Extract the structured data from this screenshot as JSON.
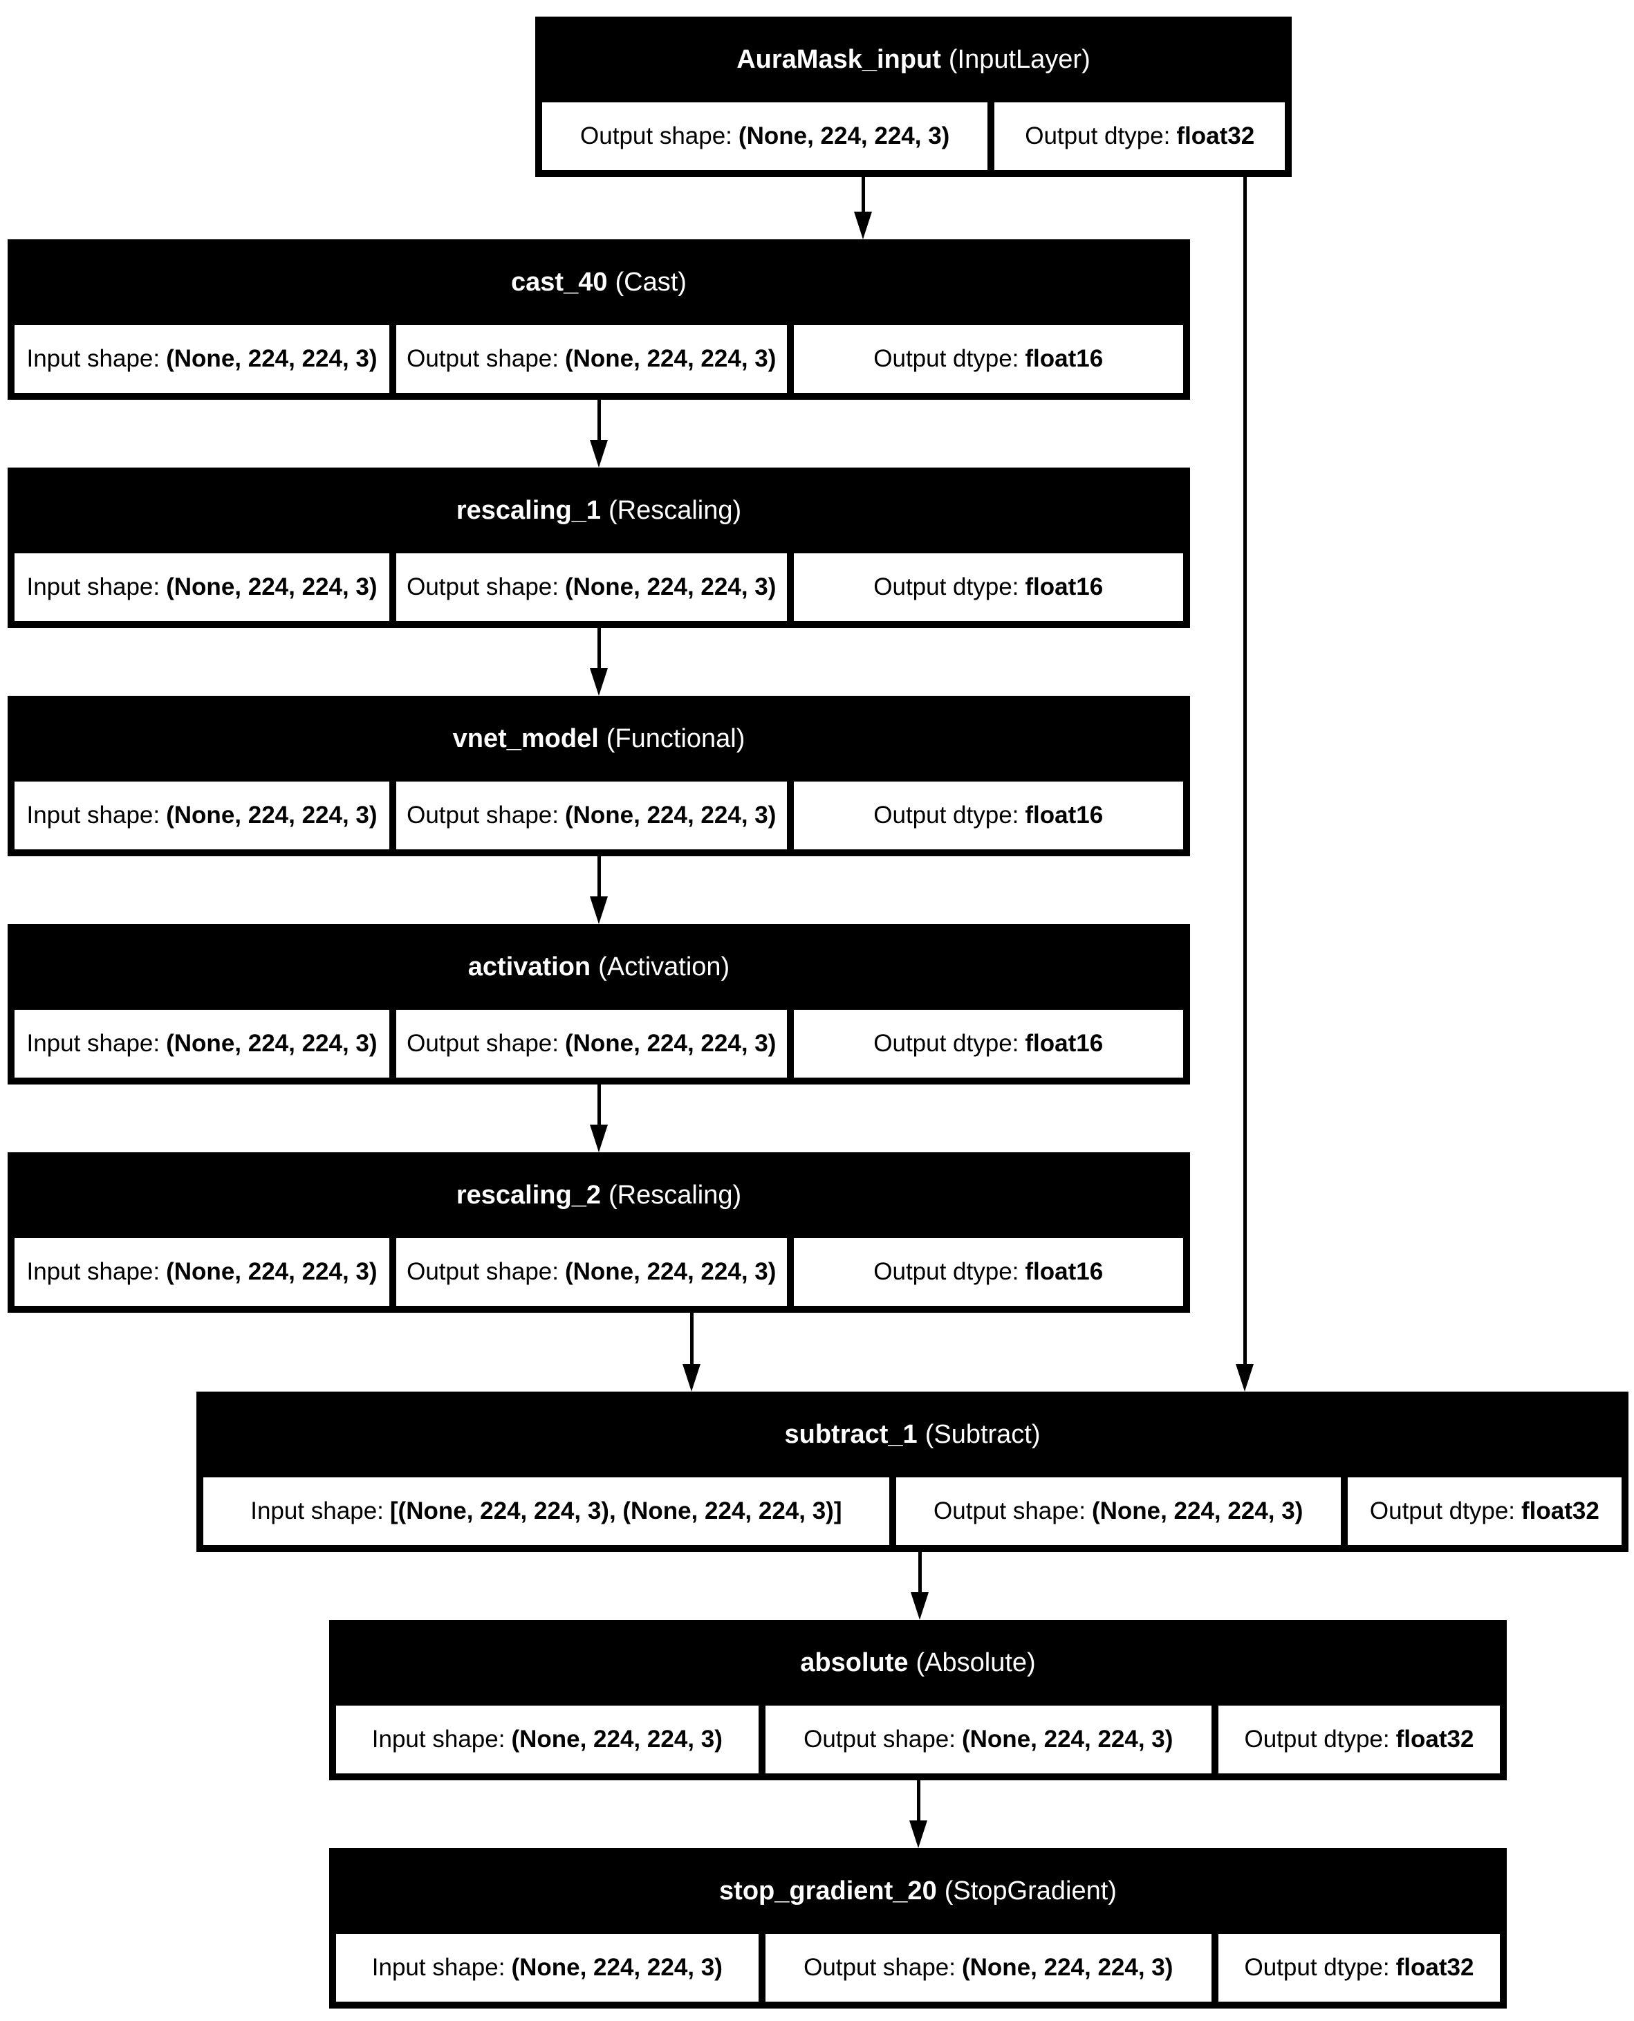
{
  "colors": {
    "node_background": "#000000",
    "cell_background": "#ffffff",
    "text_on_dark": "#ffffff",
    "text_on_light": "#000000",
    "edge": "#000000",
    "page_background": "#ffffff"
  },
  "nodes": [
    {
      "name": "AuraMask_input",
      "layer_type": "(InputLayer)",
      "cells": [
        {
          "label": "Output shape:",
          "value": "(None, 224, 224, 3)"
        },
        {
          "label": "Output dtype:",
          "value": "float32"
        }
      ]
    },
    {
      "name": "cast_40",
      "layer_type": "(Cast)",
      "cells": [
        {
          "label": "Input shape:",
          "value": "(None, 224, 224, 3)"
        },
        {
          "label": "Output shape:",
          "value": "(None, 224, 224, 3)"
        },
        {
          "label": "Output dtype:",
          "value": "float16"
        }
      ]
    },
    {
      "name": "rescaling_1",
      "layer_type": "(Rescaling)",
      "cells": [
        {
          "label": "Input shape:",
          "value": "(None, 224, 224, 3)"
        },
        {
          "label": "Output shape:",
          "value": "(None, 224, 224, 3)"
        },
        {
          "label": "Output dtype:",
          "value": "float16"
        }
      ]
    },
    {
      "name": "vnet_model",
      "layer_type": "(Functional)",
      "cells": [
        {
          "label": "Input shape:",
          "value": "(None, 224, 224, 3)"
        },
        {
          "label": "Output shape:",
          "value": "(None, 224, 224, 3)"
        },
        {
          "label": "Output dtype:",
          "value": "float16"
        }
      ]
    },
    {
      "name": "activation",
      "layer_type": "(Activation)",
      "cells": [
        {
          "label": "Input shape:",
          "value": "(None, 224, 224, 3)"
        },
        {
          "label": "Output shape:",
          "value": "(None, 224, 224, 3)"
        },
        {
          "label": "Output dtype:",
          "value": "float16"
        }
      ]
    },
    {
      "name": "rescaling_2",
      "layer_type": "(Rescaling)",
      "cells": [
        {
          "label": "Input shape:",
          "value": "(None, 224, 224, 3)"
        },
        {
          "label": "Output shape:",
          "value": "(None, 224, 224, 3)"
        },
        {
          "label": "Output dtype:",
          "value": "float16"
        }
      ]
    },
    {
      "name": "subtract_1",
      "layer_type": "(Subtract)",
      "cells": [
        {
          "label": "Input shape:",
          "value": "[(None, 224, 224, 3), (None, 224, 224, 3)]"
        },
        {
          "label": "Output shape:",
          "value": "(None, 224, 224, 3)"
        },
        {
          "label": "Output dtype:",
          "value": "float32"
        }
      ]
    },
    {
      "name": "absolute",
      "layer_type": "(Absolute)",
      "cells": [
        {
          "label": "Input shape:",
          "value": "(None, 224, 224, 3)"
        },
        {
          "label": "Output shape:",
          "value": "(None, 224, 224, 3)"
        },
        {
          "label": "Output dtype:",
          "value": "float32"
        }
      ]
    },
    {
      "name": "stop_gradient_20",
      "layer_type": "(StopGradient)",
      "cells": [
        {
          "label": "Input shape:",
          "value": "(None, 224, 224, 3)"
        },
        {
          "label": "Output shape:",
          "value": "(None, 224, 224, 3)"
        },
        {
          "label": "Output dtype:",
          "value": "float32"
        }
      ]
    }
  ]
}
